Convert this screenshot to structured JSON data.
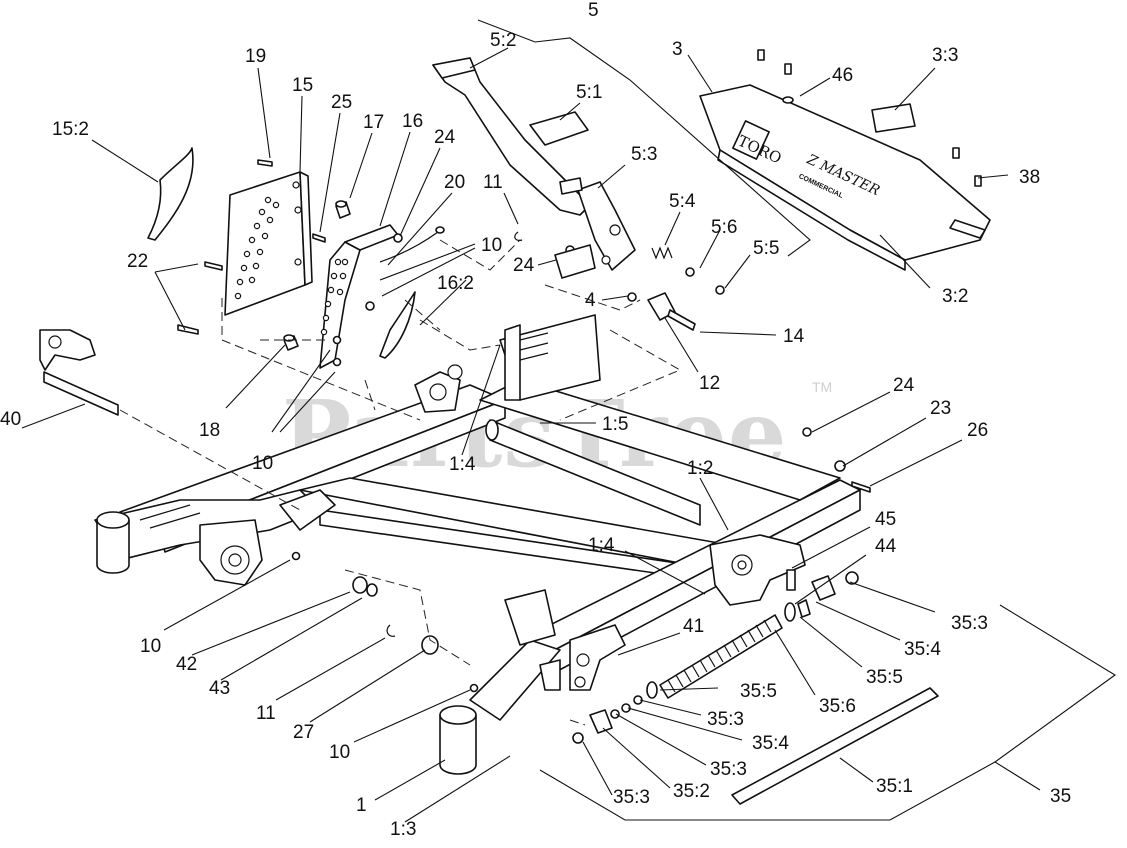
{
  "watermark": {
    "text": "PartsTree",
    "trademark": "TM"
  },
  "decal": {
    "brand": "TORO",
    "model": "Z MASTER",
    "subtitle": "COMMERCIAL"
  },
  "callouts": [
    {
      "id": "c1",
      "text": "5"
    },
    {
      "id": "c2",
      "text": "5:2"
    },
    {
      "id": "c3",
      "text": "3"
    },
    {
      "id": "c4",
      "text": "3:3"
    },
    {
      "id": "c5",
      "text": "46"
    },
    {
      "id": "c6",
      "text": "19"
    },
    {
      "id": "c7",
      "text": "15"
    },
    {
      "id": "c8",
      "text": "5:1"
    },
    {
      "id": "c9",
      "text": "25"
    },
    {
      "id": "c10",
      "text": "17"
    },
    {
      "id": "c11",
      "text": "16"
    },
    {
      "id": "c12",
      "text": "15:2"
    },
    {
      "id": "c13",
      "text": "24"
    },
    {
      "id": "c14",
      "text": "5:3"
    },
    {
      "id": "c15",
      "text": "20"
    },
    {
      "id": "c16",
      "text": "11"
    },
    {
      "id": "c17",
      "text": "38"
    },
    {
      "id": "c18",
      "text": "10"
    },
    {
      "id": "c19",
      "text": "5:4"
    },
    {
      "id": "c20",
      "text": "5:6"
    },
    {
      "id": "c21",
      "text": "22"
    },
    {
      "id": "c22",
      "text": "24"
    },
    {
      "id": "c23",
      "text": "5:5"
    },
    {
      "id": "c24",
      "text": "16:2"
    },
    {
      "id": "c25",
      "text": "3:2"
    },
    {
      "id": "c26",
      "text": "4"
    },
    {
      "id": "c27",
      "text": "14"
    },
    {
      "id": "c28",
      "text": "12"
    },
    {
      "id": "c29",
      "text": "24"
    },
    {
      "id": "c30",
      "text": "1:5"
    },
    {
      "id": "c31",
      "text": "23"
    },
    {
      "id": "c32",
      "text": "18"
    },
    {
      "id": "c33",
      "text": "40"
    },
    {
      "id": "c34",
      "text": "26"
    },
    {
      "id": "c35",
      "text": "10"
    },
    {
      "id": "c36",
      "text": "1:4"
    },
    {
      "id": "c37",
      "text": "1:2"
    },
    {
      "id": "c38",
      "text": "45"
    },
    {
      "id": "c39",
      "text": "1:4"
    },
    {
      "id": "c40",
      "text": "44"
    },
    {
      "id": "c41",
      "text": "35:3"
    },
    {
      "id": "c42",
      "text": "10"
    },
    {
      "id": "c43",
      "text": "35:4"
    },
    {
      "id": "c44",
      "text": "41"
    },
    {
      "id": "c45",
      "text": "42"
    },
    {
      "id": "c46",
      "text": "35:5"
    },
    {
      "id": "c47",
      "text": "43"
    },
    {
      "id": "c48",
      "text": "35:5"
    },
    {
      "id": "c49",
      "text": "35:6"
    },
    {
      "id": "c50",
      "text": "11"
    },
    {
      "id": "c51",
      "text": "35:3"
    },
    {
      "id": "c52",
      "text": "27"
    },
    {
      "id": "c53",
      "text": "35:4"
    },
    {
      "id": "c54",
      "text": "10"
    },
    {
      "id": "c55",
      "text": "35:3"
    },
    {
      "id": "c56",
      "text": "35:1"
    },
    {
      "id": "c57",
      "text": "1"
    },
    {
      "id": "c58",
      "text": "35:3"
    },
    {
      "id": "c59",
      "text": "35:2"
    },
    {
      "id": "c60",
      "text": "35"
    },
    {
      "id": "c61",
      "text": "1:3"
    }
  ]
}
